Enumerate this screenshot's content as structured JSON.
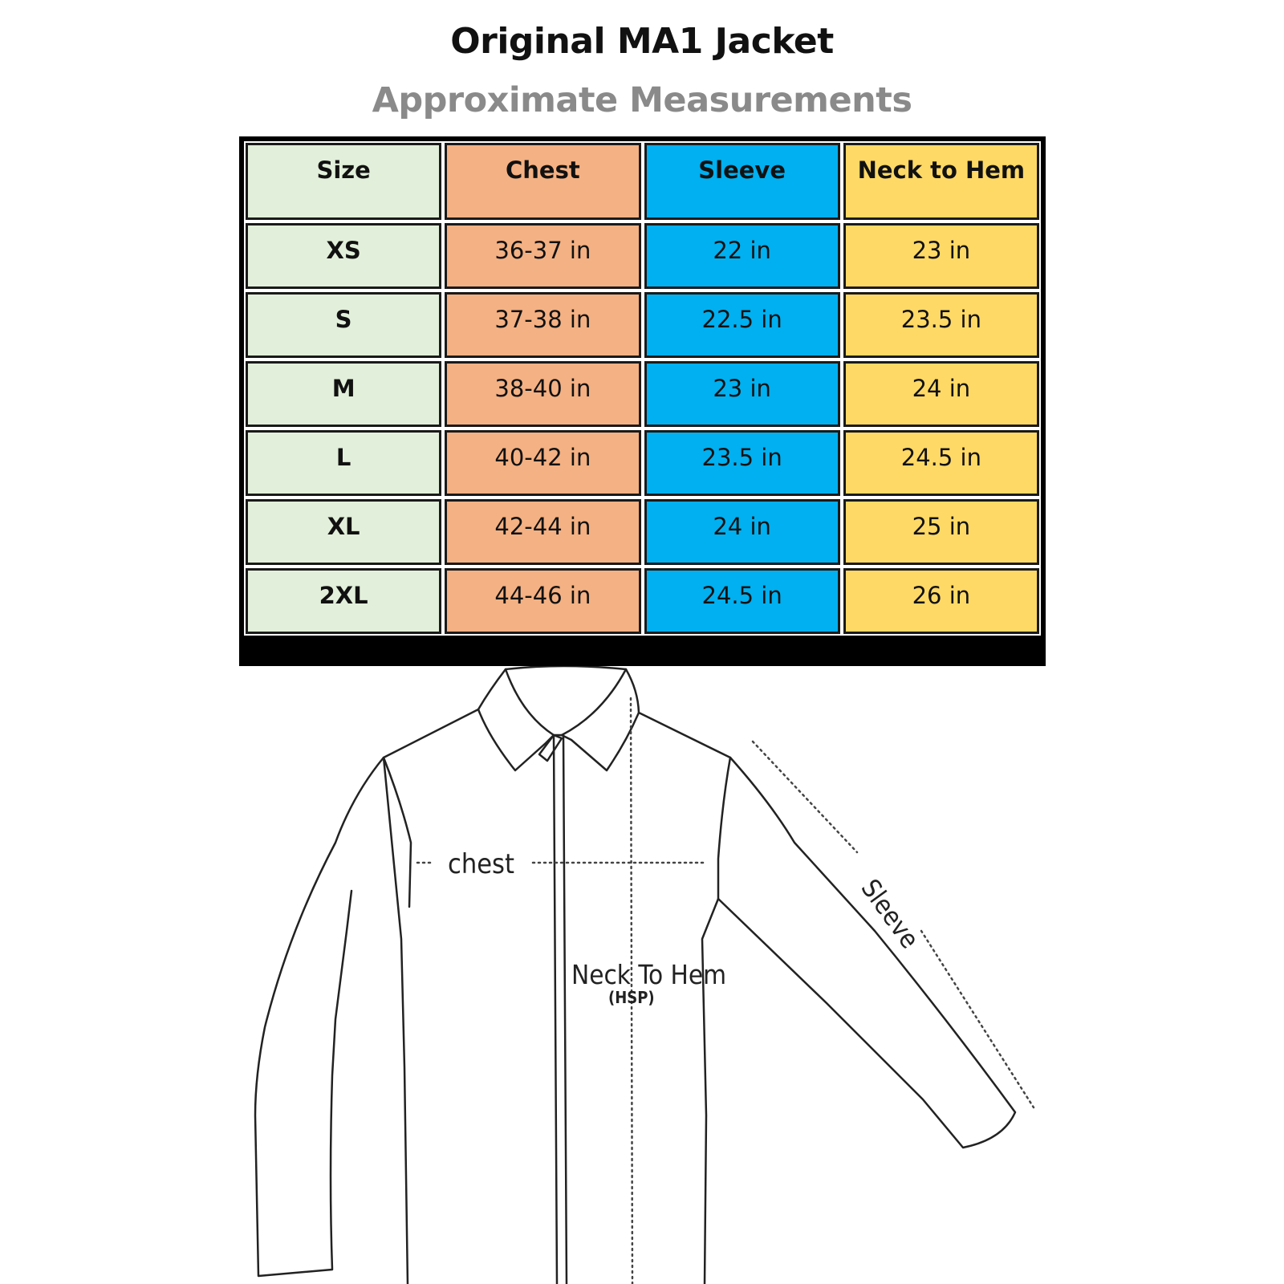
{
  "title": "Original MA1 Jacket",
  "subtitle": "Approximate Measurements",
  "table": {
    "headers": [
      "Size",
      "Chest",
      "Sleeve",
      "Neck to Hem"
    ],
    "rows": [
      [
        "XS",
        "36-37 in",
        "22 in",
        "23 in"
      ],
      [
        "S",
        "37-38 in",
        "22.5 in",
        "23.5 in"
      ],
      [
        "M",
        "38-40 in",
        "23 in",
        "24 in"
      ],
      [
        "L",
        "40-42 in",
        "23.5 in",
        "24.5 in"
      ],
      [
        "XL",
        "42-44 in",
        "24 in",
        "25 in"
      ],
      [
        "2XL",
        "44-46 in",
        "24.5 in",
        "26 in"
      ]
    ],
    "colors": {
      "size": "#e2efda",
      "chest": "#f4b183",
      "sleeve": "#00b0f0",
      "hem": "#ffd966",
      "border": "#000000"
    }
  },
  "diagram": {
    "chest_label": "chest",
    "neck_label": "Neck To Hem",
    "neck_sub": "(HSP)",
    "sleeve_label": "Sleeve"
  }
}
